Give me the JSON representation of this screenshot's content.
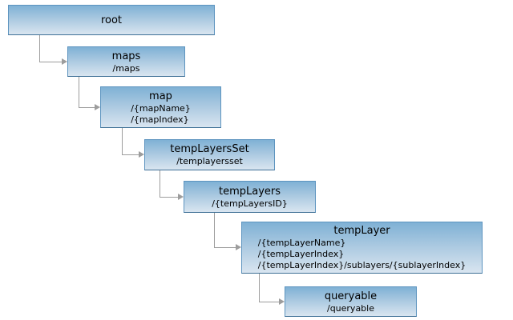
{
  "diagram": {
    "type": "resource-hierarchy-tree",
    "colors": {
      "box_gradient_top": "#7fb1d5",
      "box_gradient_bottom": "#d9e5f0",
      "box_border": "#5d94bf",
      "box_border_bottom": "#3f7096",
      "connector": "#9d9d9d",
      "text": "#000000",
      "background": "#ffffff"
    },
    "nodes": [
      {
        "id": "root",
        "title": "root",
        "paths": []
      },
      {
        "id": "maps",
        "title": "maps",
        "paths": [
          "/maps"
        ]
      },
      {
        "id": "map",
        "title": "map",
        "paths": [
          "/{mapName}",
          "/{mapIndex}"
        ]
      },
      {
        "id": "tempLayersSet",
        "title": "tempLayersSet",
        "paths": [
          "/templayersset"
        ]
      },
      {
        "id": "tempLayers",
        "title": "tempLayers",
        "paths": [
          "/{tempLayersID}"
        ]
      },
      {
        "id": "tempLayer",
        "title": "tempLayer",
        "paths": [
          "/{tempLayerName}",
          "/{tempLayerIndex}",
          "/{tempLayerIndex}/sublayers/{sublayerIndex}"
        ]
      },
      {
        "id": "queryable",
        "title": "queryable",
        "paths": [
          "/queryable"
        ]
      }
    ],
    "edges": [
      [
        "root",
        "maps"
      ],
      [
        "maps",
        "map"
      ],
      [
        "map",
        "tempLayersSet"
      ],
      [
        "tempLayersSet",
        "tempLayers"
      ],
      [
        "tempLayers",
        "tempLayer"
      ],
      [
        "tempLayer",
        "queryable"
      ]
    ]
  }
}
